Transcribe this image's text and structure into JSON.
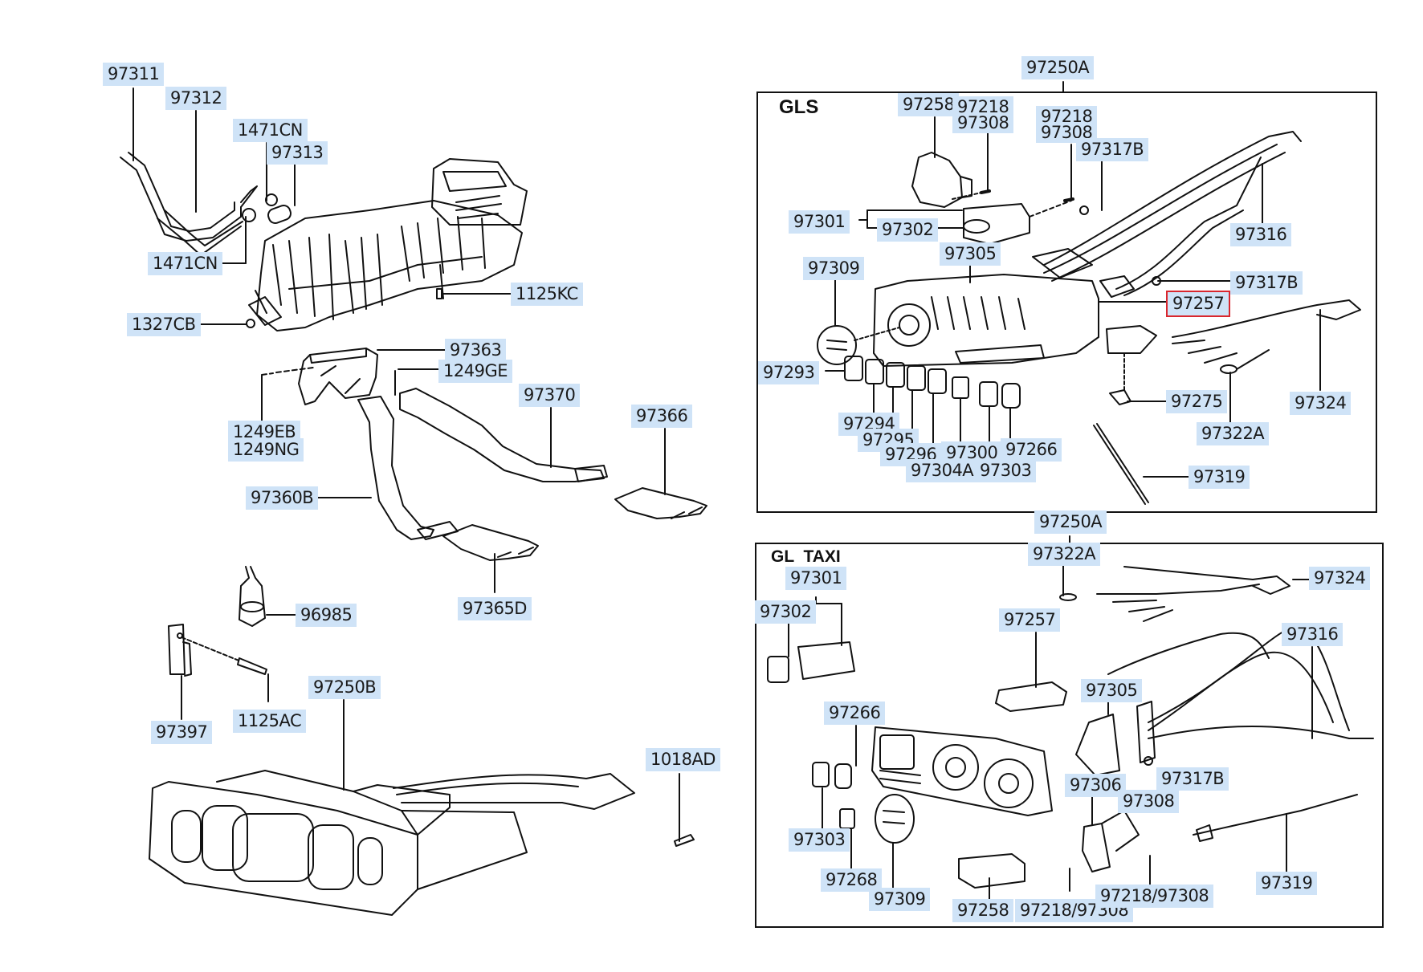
{
  "diagram": {
    "type": "exploded parts diagram",
    "highlight_color": "#cfe3f7",
    "selected_outline_color": "#d9272e",
    "selected_part": "97257"
  },
  "panels": {
    "gls": {
      "title": "GLS",
      "assembly": "97250A"
    },
    "gl_taxi": {
      "title": "GL  TAXI",
      "assembly": "97250A"
    }
  },
  "left": {
    "p97311": "97311",
    "p97312": "97312",
    "p1471cn_top": "1471CN",
    "p97313": "97313",
    "p1471cn_bottom": "1471CN",
    "p1125kc": "1125KC",
    "p1327cb": "1327CB",
    "p97363": "97363",
    "p1249ge": "1249GE",
    "p1249eb": "1249EB",
    "p1249ng": "1249NG",
    "p97370": "97370",
    "p97366": "97366",
    "p97360b": "97360B",
    "p97365d": "97365D",
    "p96985": "96985",
    "p97397": "97397",
    "p1125ac": "1125AC",
    "p97250b": "97250B",
    "p1018ad": "1018AD"
  },
  "gls": {
    "p97258": "97258",
    "p97218_a": "97218",
    "p97308_a": "97308",
    "p97218_b": "97218",
    "p97308_b": "97308",
    "p97317b_top": "97317B",
    "p97316": "97316",
    "p97301": "97301",
    "p97302": "97302",
    "p97305": "97305",
    "p97309": "97309",
    "p97317b": "97317B",
    "p97257": "97257",
    "p97324": "97324",
    "p97293": "97293",
    "p97275": "97275",
    "p97322a": "97322A",
    "p97294": "97294",
    "p97295": "97295",
    "p97296": "97296",
    "p97300": "97300",
    "p97266": "97266",
    "p97304a": "97304A",
    "p97303": "97303",
    "p97319": "97319"
  },
  "taxi": {
    "p97322a": "97322A",
    "p97301": "97301",
    "p97324": "97324",
    "p97302": "97302",
    "p97257": "97257",
    "p97316": "97316",
    "p97305": "97305",
    "p97266": "97266",
    "p97306": "97306",
    "p97317b": "97317B",
    "p97308": "97308",
    "p97303": "97303",
    "p97268": "97268",
    "p97309": "97309",
    "p97319": "97319",
    "p97258": "97258",
    "p97218_97308_a": "97218/97308",
    "p97218_97308_b": "97218/97308"
  }
}
